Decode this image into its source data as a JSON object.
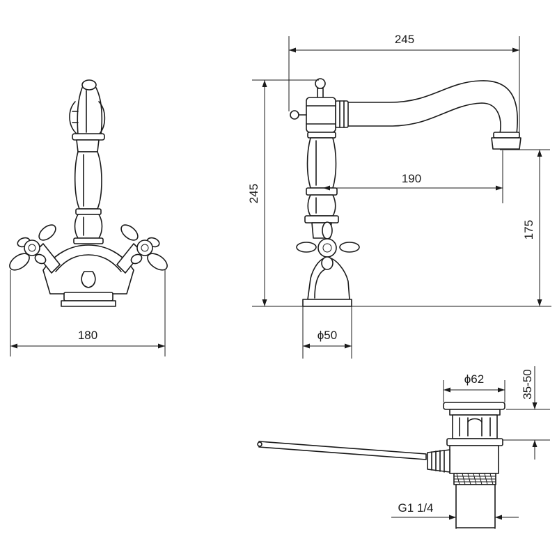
{
  "drawing": {
    "dim_top_width": "245",
    "dim_total_height": "245",
    "dim_reach": "190",
    "dim_spout_height": "175",
    "dim_front_width": "180",
    "dim_base_diameter": "ϕ50",
    "dim_drain_diameter": "ϕ62",
    "dim_drain_height": "35-50",
    "dim_thread": "G1 1/4"
  },
  "colors": {
    "line": "#1a1a1a",
    "background": "#ffffff"
  }
}
